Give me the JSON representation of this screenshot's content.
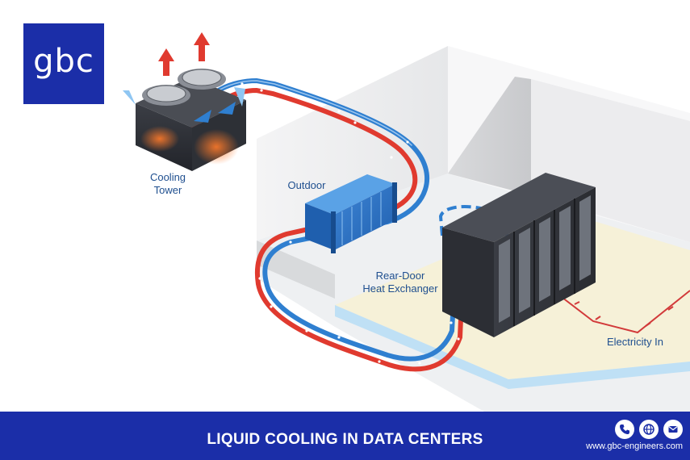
{
  "brand": {
    "logo_text": "gbc",
    "color": "#1b2ea8"
  },
  "labels": {
    "cooling_tower": "Cooling\nTower",
    "outdoor": "Outdoor",
    "rear_door": "Rear-Door\nHeat Exchanger",
    "electricity_in": "Electricity In"
  },
  "footer": {
    "title": "LIQUID COOLING IN DATA CENTERS",
    "website": "www.gbc-engineers.com",
    "contact_icons": [
      "phone-icon",
      "globe-icon",
      "mail-icon"
    ]
  },
  "colors": {
    "hot_pipe": "#e03a2f",
    "cold_pipe": "#2f7fd0",
    "label_text": "#1f4f8f",
    "footer_bg": "#1b2ea8",
    "power_line": "#d23a3a"
  }
}
